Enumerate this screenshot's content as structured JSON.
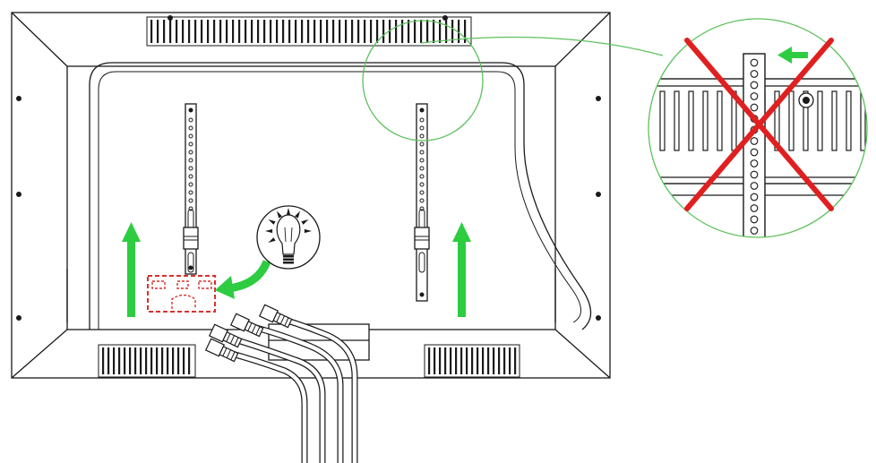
{
  "diagram": {
    "subject": "tv-back-panel-wall-mount-installation",
    "icons": {
      "tip": "lightbulb-icon",
      "prohibited": "red-x-icon",
      "direction": "green-arrow-icon"
    },
    "colors": {
      "outline": "#1a1a1a",
      "arrow": "#2ecc40",
      "warning": "#e02020",
      "callout_circle": "#5cc15c",
      "highlight_box": "#d9302c"
    },
    "cable_count": 4,
    "bracket_count": 2,
    "slot_count": 2
  }
}
